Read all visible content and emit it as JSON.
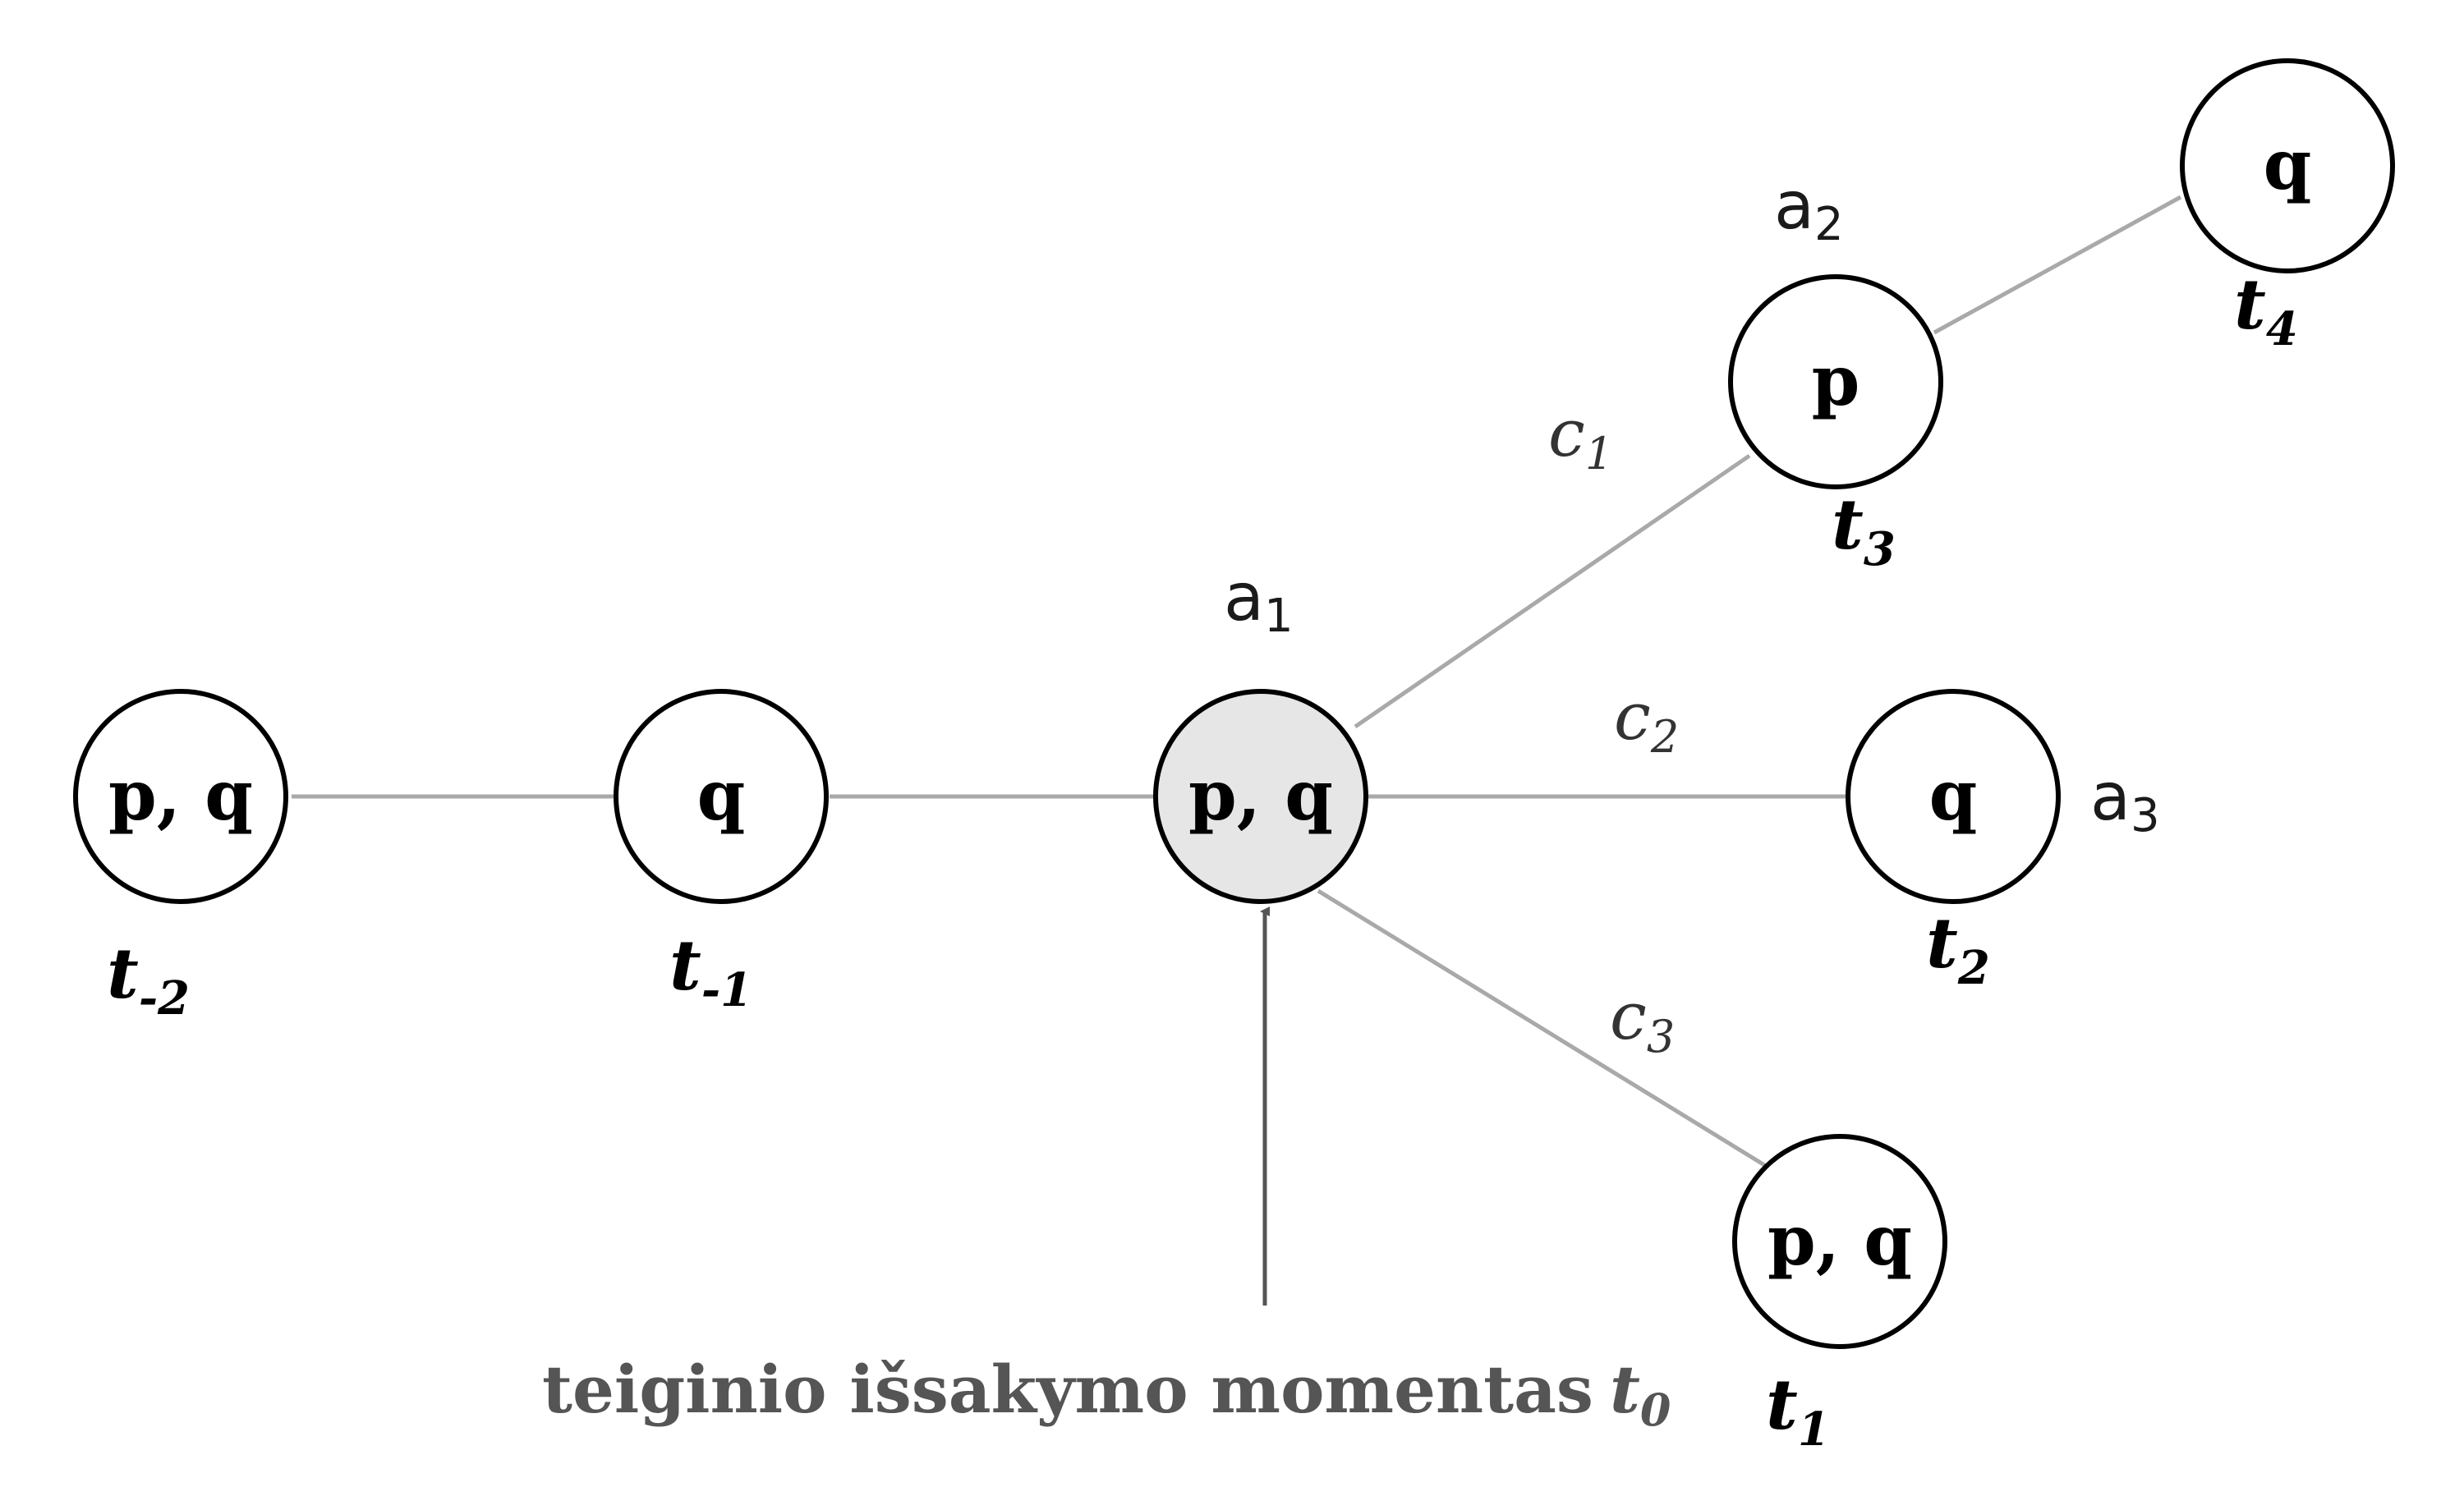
{
  "nodes": [
    {
      "id": "n-t-2",
      "label": "p, q",
      "time": "t",
      "time_sub": "-2",
      "highlight": false
    },
    {
      "id": "n-t-1",
      "label": "q",
      "time": "t",
      "time_sub": "-1",
      "highlight": false
    },
    {
      "id": "n-a1",
      "label": "p, q",
      "time": "",
      "time_sub": "",
      "highlight": true
    },
    {
      "id": "n-t3",
      "label": "p",
      "time": "t",
      "time_sub": "3",
      "highlight": false
    },
    {
      "id": "n-t4",
      "label": "q",
      "time": "t",
      "time_sub": "4",
      "highlight": false
    },
    {
      "id": "n-t2",
      "label": "q",
      "time": "t",
      "time_sub": "2",
      "highlight": false
    },
    {
      "id": "n-t1",
      "label": "p, q",
      "time": "t",
      "time_sub": "1",
      "highlight": false
    }
  ],
  "agents": [
    {
      "id": "a1",
      "base": "a",
      "sub": "1"
    },
    {
      "id": "a2",
      "base": "a",
      "sub": "2"
    },
    {
      "id": "a3",
      "base": "a",
      "sub": "3"
    }
  ],
  "chains": [
    {
      "id": "c1",
      "base": "c",
      "sub": "1"
    },
    {
      "id": "c2",
      "base": "c",
      "sub": "2"
    },
    {
      "id": "c3",
      "base": "c",
      "sub": "3"
    }
  ],
  "caption": {
    "text": "teiginio išsakymo momentas",
    "t": "t",
    "t_sub": "0"
  },
  "colors": {
    "highlight_fill": "#e6e6e6",
    "node_fill": "#ffffff",
    "edge": "#a9a9a9",
    "arrow": "#555555"
  }
}
